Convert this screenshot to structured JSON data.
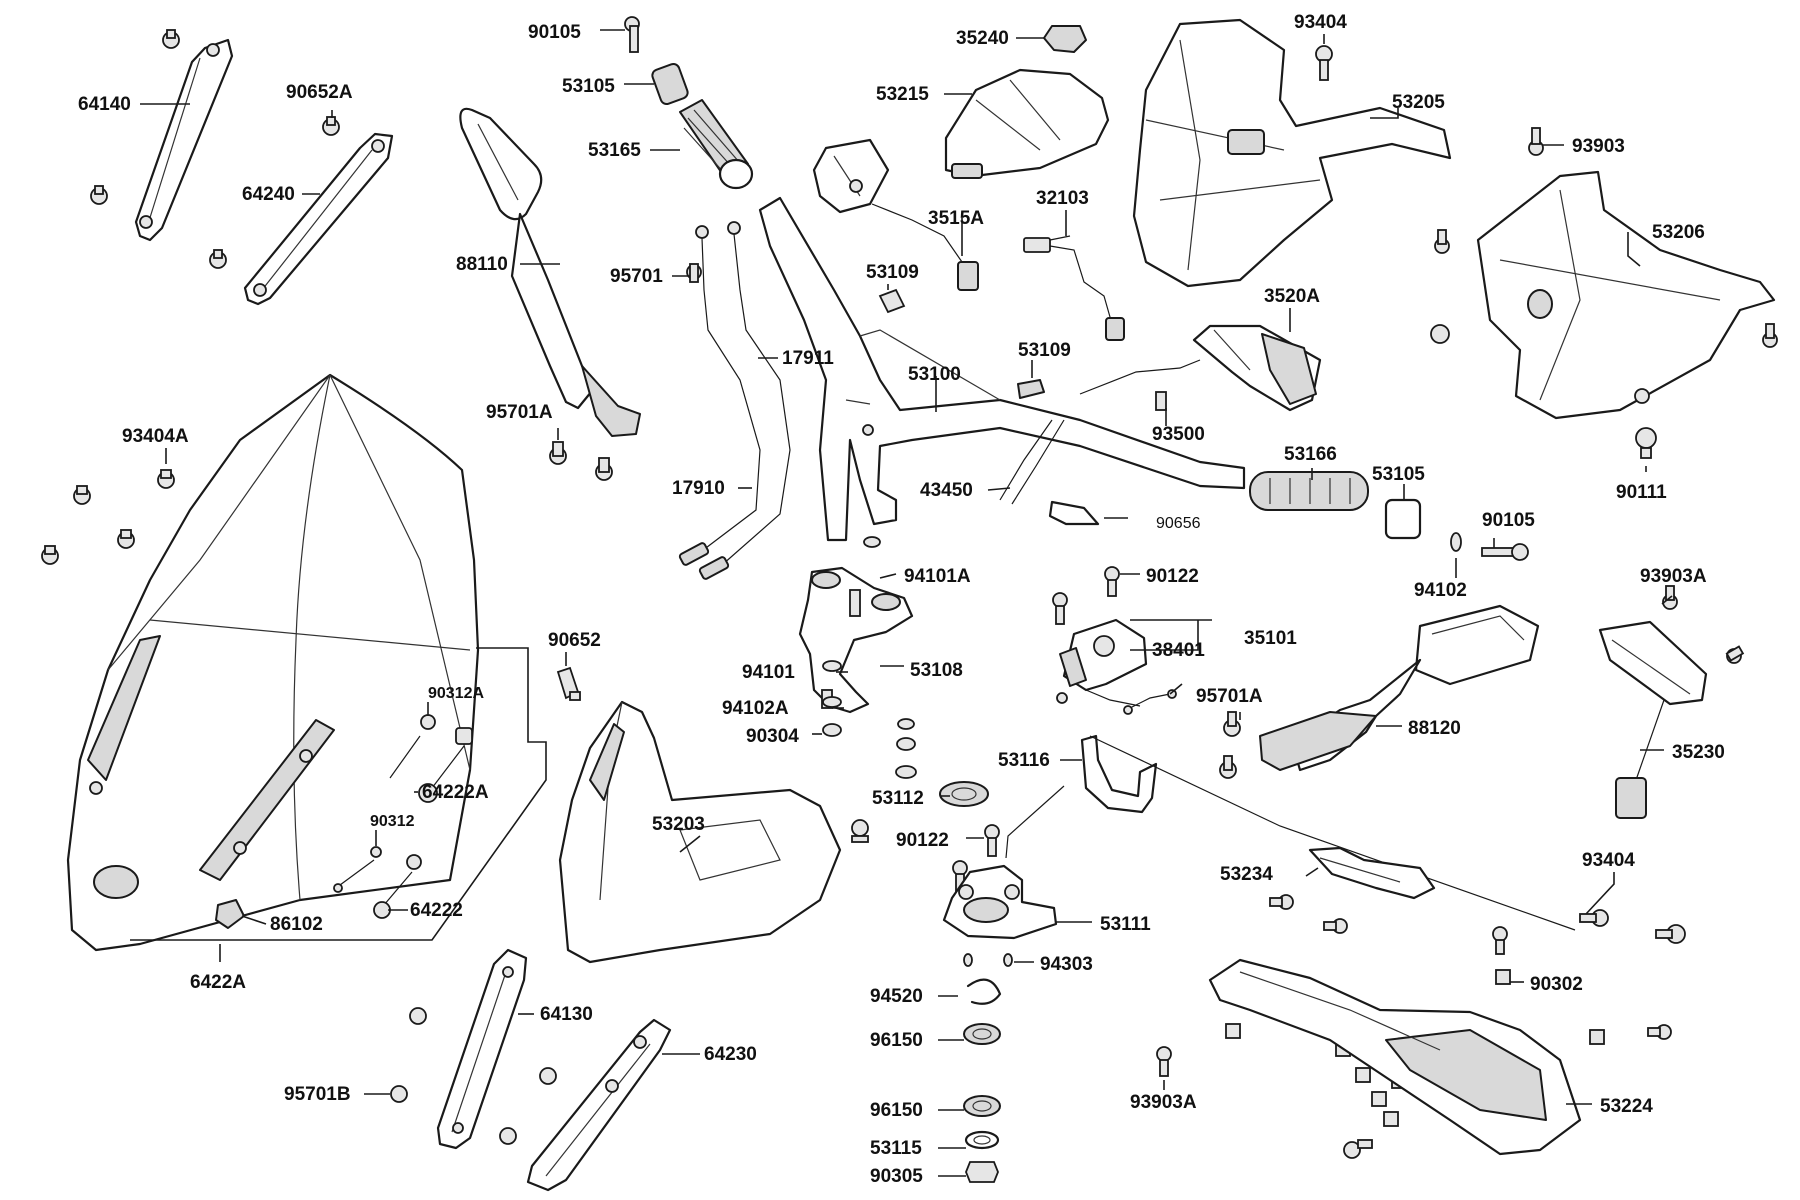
{
  "diagram": {
    "labels": {
      "p64140": "64140",
      "p90652A": "90652A",
      "p64240": "64240",
      "p90105_top": "90105",
      "p53105_top": "53105",
      "p53165": "53165",
      "p88110": "88110",
      "p95701": "95701",
      "p17911": "17911",
      "p17910": "17910",
      "p95701A_left": "95701A",
      "p93404A": "93404A",
      "p35240": "35240",
      "p53215": "53215",
      "p3515A": "3515A",
      "p53109_a": "53109",
      "p32103": "32103",
      "p53109_b": "53109",
      "p53100": "53100",
      "p43450": "43450",
      "p93404_top": "93404",
      "p53205": "53205",
      "p93903": "93903",
      "p53206": "53206",
      "p3520A": "3520A",
      "p93500": "93500",
      "p53166": "53166",
      "p53105_right": "53105",
      "p90656": "90656",
      "p90105_right": "90105",
      "p90111": "90111",
      "p94102": "94102",
      "p94101A": "94101A",
      "p90122_a": "90122",
      "p35101": "35101",
      "p38401": "38401",
      "p94101": "94101",
      "p53108": "53108",
      "p94102A": "94102A",
      "p90304": "90304",
      "p95701A_right": "95701A",
      "p88120": "88120",
      "p93903A_right": "93903A",
      "p35230": "35230",
      "p53116": "53116",
      "p53112": "53112",
      "p90122_b": "90122",
      "p53111": "53111",
      "p94303": "94303",
      "p94520": "94520",
      "p96150_a": "96150",
      "p96150_b": "96150",
      "p53115": "53115",
      "p90305": "90305",
      "p90652": "90652",
      "p53203": "53203",
      "p90312A": "90312A",
      "p64222A": "64222A",
      "p90312": "90312",
      "p64222": "64222",
      "p86102": "86102",
      "p6422A": "6422A",
      "p64130": "64130",
      "p64230": "64230",
      "p95701B": "95701B",
      "p53234": "53234",
      "p93404_right": "93404",
      "p90302": "90302",
      "p93903A_bottom": "93903A",
      "p53224": "53224"
    }
  }
}
